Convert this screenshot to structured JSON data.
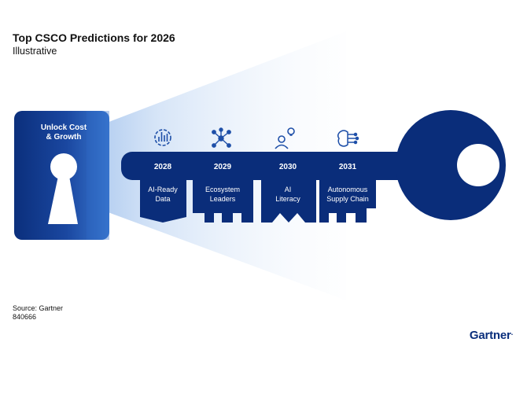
{
  "header": {
    "title": "Top CSCO Predictions for 2026",
    "subtitle": "Illustrative"
  },
  "keyhole_card": {
    "label_line1": "Unlock Cost",
    "label_line2": "& Growth"
  },
  "predictions": [
    {
      "year": "2028",
      "line1": "AI-Ready",
      "line2": "Data",
      "icon": "data-analytics-icon"
    },
    {
      "year": "2029",
      "line1": "Ecosystem",
      "line2": "Leaders",
      "icon": "network-icon"
    },
    {
      "year": "2030",
      "line1": "AI",
      "line2": "Literacy",
      "icon": "person-idea-icon"
    },
    {
      "year": "2031",
      "line1": "Autonomous",
      "line2": "Supply Chain",
      "icon": "ai-brain-icon"
    }
  ],
  "footer": {
    "source": "Source: Gartner",
    "id": "840666",
    "logo": "Gartner",
    "logo_mark": "."
  },
  "colors": {
    "navy": "#0b2f7c",
    "key_blue": "#0a2d7a",
    "beam": "#3d7fd8",
    "icon_blue": "#1e4fa8"
  }
}
